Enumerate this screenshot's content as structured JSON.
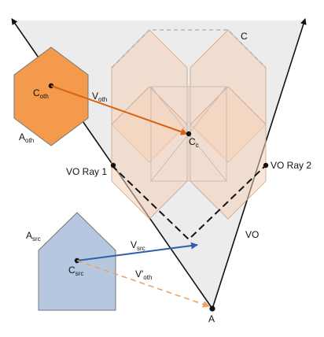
{
  "colors": {
    "cone": "#ececec",
    "hex_other": "#f39a4c",
    "pentagon_src": "#b6c7e0",
    "minkowski": "#f6d2b8",
    "vel_other": "#d9640f",
    "vel_src": "#2f5faa",
    "vel_other_dashed": "#f0a060"
  },
  "labels": {
    "c_oth_main": "C",
    "c_oth_sub": "oth",
    "v_oth_main": "V",
    "v_oth_sub": "oth",
    "a_oth_main": "A",
    "a_oth_sub": "oth",
    "c_c_main": "C",
    "c_c_sub": "c",
    "set_c": "C",
    "vo_ray_1": "VO Ray 1",
    "vo_ray_2": "VO Ray 2",
    "vo": "VO",
    "a_src_main": "A",
    "a_src_sub": "src",
    "v_src_main": "V",
    "v_src_sub": "src",
    "c_src_main": "C",
    "c_src_sub": "src",
    "v_oth_prime_main": "V′",
    "v_oth_prime_sub": "oth",
    "apex": "A"
  }
}
